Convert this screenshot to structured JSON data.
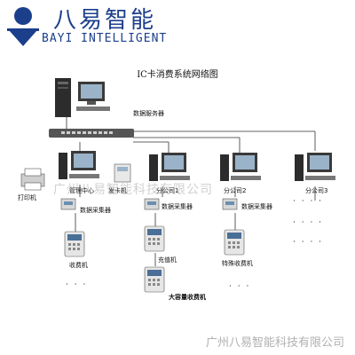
{
  "brand": {
    "name_zh": "八易智能",
    "name_en": "BAYI INTELLIGENT"
  },
  "diagram": {
    "title": "IC卡消费系统网络图",
    "server_label": "数据服务器",
    "nodes": [
      {
        "name": "管理中心"
      },
      {
        "name": "发卡机"
      },
      {
        "name": "分公司1"
      },
      {
        "name": "分公司2"
      },
      {
        "name": "分公司3"
      }
    ],
    "printer_label": "打印机",
    "collector_label": "数据采集器",
    "pos_label": "收费机",
    "recharge_label": "充值机",
    "special_pos_label": "特殊收费机",
    "large_pos_label": "大容量收费机",
    "ellipsis": "· · · ·",
    "ellipsis_short": "· · ·"
  },
  "watermark": "广州八易智能科技有限公司",
  "footer": "广州八易智能科技有限公司",
  "colors": {
    "brand": "#1c3f8c",
    "line": "#333333"
  }
}
